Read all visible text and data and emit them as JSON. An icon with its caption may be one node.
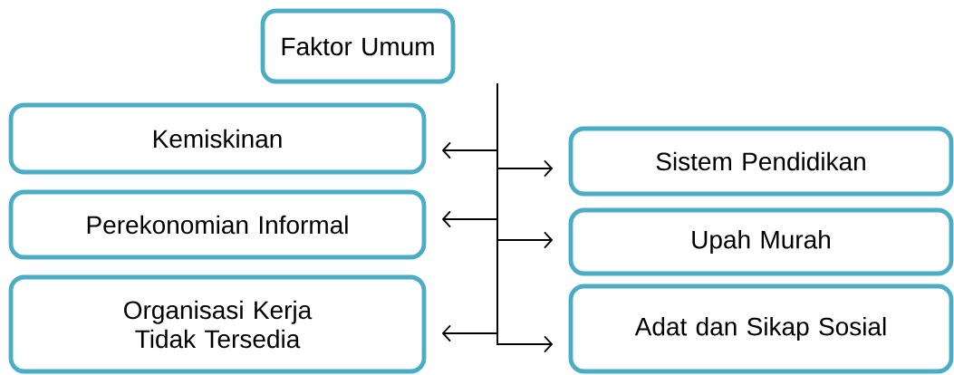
{
  "diagram": {
    "nodes": [
      {
        "text": [
          "Faktor Umum"
        ]
      },
      {
        "text": [
          "Kemiskinan"
        ]
      },
      {
        "text": [
          "Perekonomian Informal"
        ]
      },
      {
        "text": [
          "Organisasi Kerja Tidak Tersedia"
        ]
      },
      {
        "text": [
          "Sistem Pendidikan"
        ]
      },
      {
        "text": [
          "Upah Murah"
        ]
      },
      {
        "text": [
          "Adat dan Sikap Sosial"
        ]
      }
    ],
    "edges": [
      {
        "from": 0,
        "to": 1,
        "arrow": "to"
      },
      {
        "from": 0,
        "to": 4,
        "arrow": "to"
      },
      {
        "from": 0,
        "to": 2,
        "arrow": "to"
      },
      {
        "from": 0,
        "to": 5,
        "arrow": "to"
      },
      {
        "from": 0,
        "to": 3,
        "arrow": "to"
      },
      {
        "from": 0,
        "to": 6,
        "arrow": "to"
      }
    ]
  }
}
